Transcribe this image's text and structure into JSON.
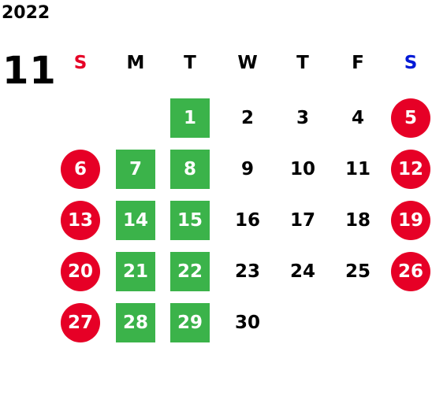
{
  "year": "2022",
  "month": "11",
  "colors": {
    "holiday_red": "#e60026",
    "highlight_green": "#3bb34a",
    "sunday_label": "#e60026",
    "saturday_label": "#0019d6"
  },
  "weekdays": [
    "S",
    "M",
    "T",
    "W",
    "T",
    "F",
    "S"
  ],
  "days": [
    {
      "label": "1",
      "row": 0,
      "col": 2,
      "style": "square"
    },
    {
      "label": "2",
      "row": 0,
      "col": 3,
      "style": "plain"
    },
    {
      "label": "3",
      "row": 0,
      "col": 4,
      "style": "plain"
    },
    {
      "label": "4",
      "row": 0,
      "col": 5,
      "style": "plain"
    },
    {
      "label": "5",
      "row": 0,
      "col": 6,
      "style": "circle"
    },
    {
      "label": "6",
      "row": 1,
      "col": 0,
      "style": "circle"
    },
    {
      "label": "7",
      "row": 1,
      "col": 1,
      "style": "square"
    },
    {
      "label": "8",
      "row": 1,
      "col": 2,
      "style": "square"
    },
    {
      "label": "9",
      "row": 1,
      "col": 3,
      "style": "plain"
    },
    {
      "label": "10",
      "row": 1,
      "col": 4,
      "style": "plain"
    },
    {
      "label": "11",
      "row": 1,
      "col": 5,
      "style": "plain"
    },
    {
      "label": "12",
      "row": 1,
      "col": 6,
      "style": "circle"
    },
    {
      "label": "13",
      "row": 2,
      "col": 0,
      "style": "circle"
    },
    {
      "label": "14",
      "row": 2,
      "col": 1,
      "style": "square"
    },
    {
      "label": "15",
      "row": 2,
      "col": 2,
      "style": "square"
    },
    {
      "label": "16",
      "row": 2,
      "col": 3,
      "style": "plain"
    },
    {
      "label": "17",
      "row": 2,
      "col": 4,
      "style": "plain"
    },
    {
      "label": "18",
      "row": 2,
      "col": 5,
      "style": "plain"
    },
    {
      "label": "19",
      "row": 2,
      "col": 6,
      "style": "circle"
    },
    {
      "label": "20",
      "row": 3,
      "col": 0,
      "style": "circle"
    },
    {
      "label": "21",
      "row": 3,
      "col": 1,
      "style": "square"
    },
    {
      "label": "22",
      "row": 3,
      "col": 2,
      "style": "square"
    },
    {
      "label": "23",
      "row": 3,
      "col": 3,
      "style": "plain"
    },
    {
      "label": "24",
      "row": 3,
      "col": 4,
      "style": "plain"
    },
    {
      "label": "25",
      "row": 3,
      "col": 5,
      "style": "plain"
    },
    {
      "label": "26",
      "row": 3,
      "col": 6,
      "style": "circle"
    },
    {
      "label": "27",
      "row": 4,
      "col": 0,
      "style": "circle"
    },
    {
      "label": "28",
      "row": 4,
      "col": 1,
      "style": "square"
    },
    {
      "label": "29",
      "row": 4,
      "col": 2,
      "style": "square"
    },
    {
      "label": "30",
      "row": 4,
      "col": 3,
      "style": "plain"
    }
  ]
}
